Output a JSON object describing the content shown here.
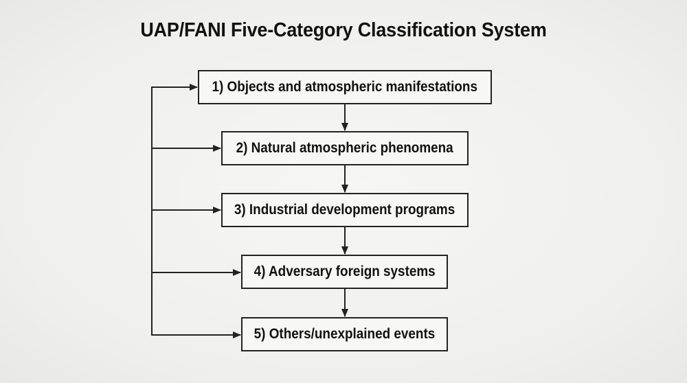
{
  "title": "UAP/FANI Five-Category Classification System",
  "categories": [
    {
      "label": "1) Objects and atmospheric manifestations"
    },
    {
      "label": "2) Natural atmospheric phenomena"
    },
    {
      "label": "3) Industrial development programs"
    },
    {
      "label": "4) Adversary foreign systems"
    },
    {
      "label": "5) Others/unexplained events"
    }
  ]
}
